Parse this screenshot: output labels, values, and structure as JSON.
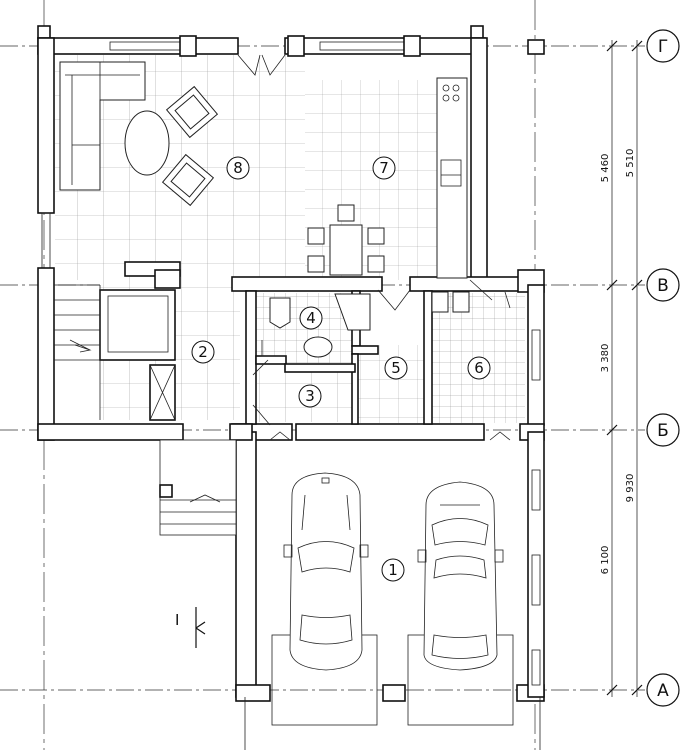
{
  "axes": {
    "horizontal": [
      {
        "label": "Г"
      },
      {
        "label": "В"
      },
      {
        "label": "Б"
      },
      {
        "label": "А"
      }
    ]
  },
  "dimensions": {
    "inner": [
      "5 460",
      "3 380",
      "6 100"
    ],
    "outer": [
      "5 510",
      "9 930"
    ]
  },
  "rooms": [
    "1",
    "2",
    "3",
    "4",
    "5",
    "6",
    "7",
    "8"
  ],
  "section_mark": "I"
}
